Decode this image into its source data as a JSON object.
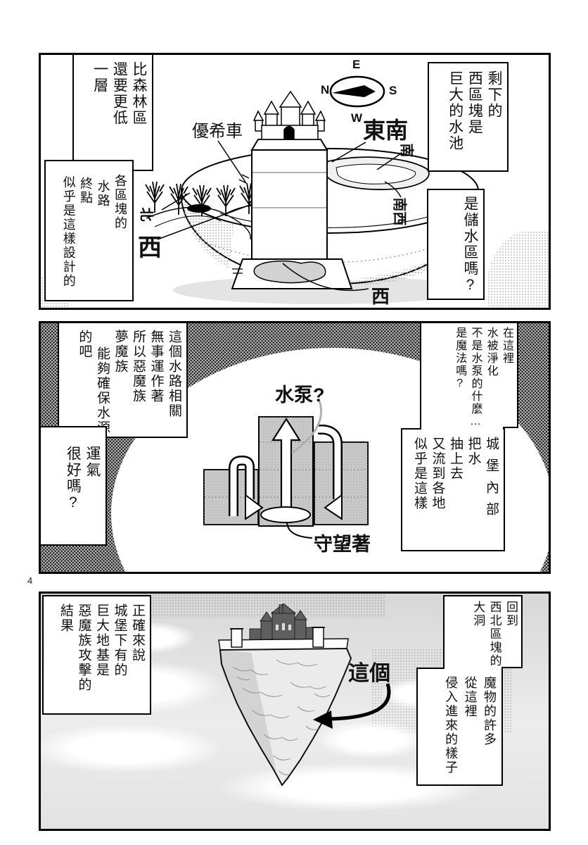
{
  "page_number": "4",
  "panel1": {
    "bubble_low_layer": {
      "cols": [
        "比森林區",
        "還要更低",
        "一層"
      ]
    },
    "bubble_waterway_end": {
      "cols": [
        "各區塊的",
        "水路",
        "終點",
        "似乎是這樣設計的"
      ]
    },
    "box_west_pool": {
      "cols": [
        "剩下的",
        "西區塊是",
        "巨大的水池"
      ]
    },
    "box_reservoir": {
      "cols": [
        "是儲水區嗎?"
      ]
    },
    "labels": {
      "castle_name": "優希車",
      "southeast": "東南",
      "south": "南",
      "southwest": "南西",
      "west_edge": "西",
      "west_side": "西",
      "north": "北"
    },
    "compass": {
      "top": "E",
      "left": "N",
      "right": "S",
      "bottom": "W"
    }
  },
  "panel2": {
    "box_waterway_works": {
      "cols": [
        "這個水路相關",
        "無事運作著",
        "所以惡魔族",
        "夢魔族",
        "能夠確保水源",
        "的吧"
      ]
    },
    "box_luck": {
      "cols": [
        "運氣",
        "很好嗎?"
      ]
    },
    "box_purified": {
      "cols": [
        "在這裡",
        "水被淨化",
        "不是水泵的什麼…",
        "是魔法嗎?"
      ]
    },
    "box_castle_pump": {
      "cols": [
        "城堡內部",
        "把水",
        "抽上去",
        "又流到各地",
        "似乎是這樣"
      ]
    },
    "labels": {
      "pump": "水泵?",
      "watching": "守望著"
    }
  },
  "panel3": {
    "box_foundation": {
      "cols": [
        "正確來說",
        "城堡下有的",
        "巨大地基是",
        "惡魔族攻擊的",
        "結果"
      ]
    },
    "box_big_hole": {
      "cols": [
        "回到",
        "西北區塊的",
        "大洞"
      ]
    },
    "box_monsters": {
      "cols": [
        "魔物的許多",
        "從這裡",
        "侵入進來的樣子"
      ]
    },
    "labels": {
      "this_one": "這個"
    }
  }
}
